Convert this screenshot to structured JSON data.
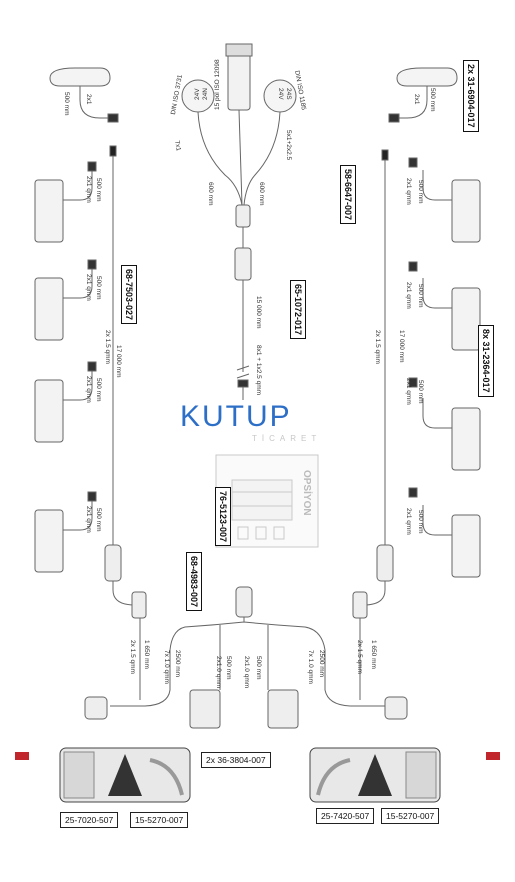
{
  "brand": {
    "logo_text": "KUTUP",
    "logo_sub": "TİCARET",
    "colors": {
      "logo": "#2d6fc7",
      "line": "#555555",
      "box_border": "#111111",
      "lamp_red": "#c0262b"
    }
  },
  "part_numbers": {
    "side_marker_pair": "2x 31-6904-017",
    "main_cable": "65-1072-017",
    "side_harness_left": "68-7503-027",
    "side_harness_right": "58-6647-007",
    "side_marker_group": "8x 31-2364-017",
    "option_module": "76-5123-007",
    "rear_harness": "68-4983-007",
    "plate_light": "2x 36-3804-007",
    "left_rear_lamp": "25-7020-507",
    "left_rear_bulb": "15-5270-007",
    "right_rear_lamp": "25-7420-507",
    "right_rear_bulb": "15-5270-007"
  },
  "option_label": "OPSİYON",
  "connector_labels": {
    "socket_15": "15 pol ISO 12098",
    "din_1185": "DIN ISO 1185",
    "din_3731": "DIN ISO 3731",
    "pin_24v_left": "24V",
    "pin_24n_left": "24N",
    "pin_24v_right": "24V",
    "pin_24s_right": "24S"
  },
  "cable_specs": {
    "seven_x1": "7x1",
    "five_x1_plus": "5x1+2x2.5",
    "six_hundred_left": "600 mm",
    "six_hundred_right": "600 mm",
    "main_length": "15 000 mm",
    "main_cores": "8x1 + 1x2.5 qmm",
    "side_length_left": "17 000 mm",
    "side_cores_left": "2x 1.5 qmm",
    "side_length_right": "17 000 mm",
    "side_cores_right": "2x 1.5 qmm",
    "top_marker_left_len": "500 mm",
    "top_marker_left_cores": "2x1",
    "top_marker_right_len": "500 mm",
    "top_marker_right_cores": "2x1",
    "marker_len": "500 mm",
    "marker_cores": "2x1 qmm",
    "rear_left_len": "1 650 mm",
    "rear_left_cores": "2x 1.5 qmm",
    "rear_right_len": "1 650 mm",
    "rear_right_cores": "2x 1.5 qmm",
    "rear_branch_left_len": "2500 mm",
    "rear_branch_left_cores": "7x 1.0 qmm",
    "rear_branch_right_len": "2500 mm",
    "rear_branch_right_cores": "7x 1.0 qmm",
    "plate_left_len": "500 mm",
    "plate_left_cores": "2x1.0 qmm",
    "plate_right_len": "500 mm",
    "plate_right_cores": "2x1.0 qmm"
  }
}
